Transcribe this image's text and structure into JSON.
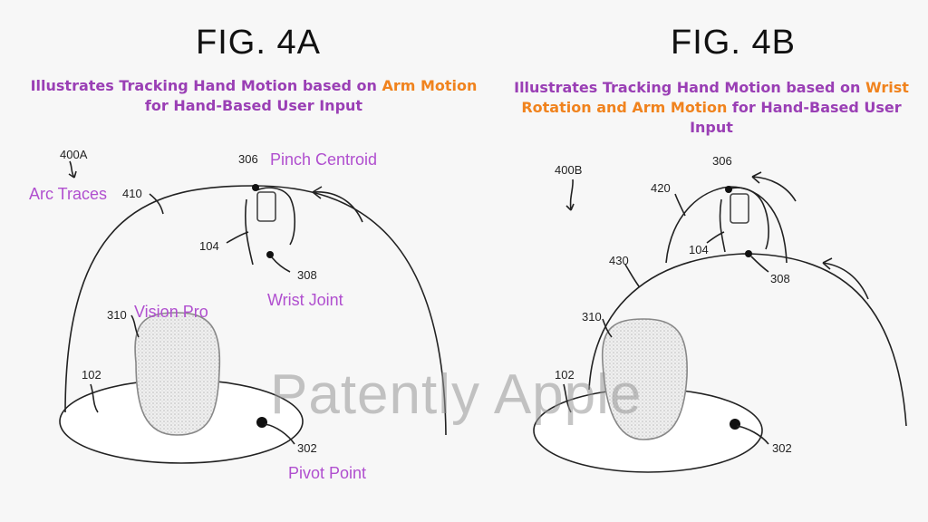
{
  "fig_a": {
    "title": "FIG. 4A",
    "caption_pre": "Illustrates Tracking Hand Motion based on ",
    "caption_hl": "Arm Motion",
    "caption_post": "for Hand-Based User Input",
    "ref_400": "400A",
    "ref_410": "410",
    "ref_306": "306",
    "ref_104": "104",
    "ref_308": "308",
    "ref_310": "310",
    "ref_102": "102",
    "ref_302": "302",
    "ann_arc": "Arc Traces",
    "ann_pinch": "Pinch Centroid",
    "ann_wrist": "Wrist Joint",
    "ann_vision": "Vision Pro",
    "ann_pivot": "Pivot Point"
  },
  "fig_b": {
    "title": "FIG. 4B",
    "caption_pre": "Illustrates Tracking Hand Motion based on ",
    "caption_hl1": "Wrist",
    "caption_hl2": "Rotation and Arm Motion",
    "caption_post": " for Hand-Based User",
    "caption_last": "Input",
    "ref_400": "400B",
    "ref_420": "420",
    "ref_306": "306",
    "ref_104": "104",
    "ref_430": "430",
    "ref_308": "308",
    "ref_310": "310",
    "ref_102": "102",
    "ref_302": "302"
  },
  "watermark": "Patently Apple",
  "colors": {
    "caption": "#9a3fb5",
    "highlight": "#f0831e",
    "annotation": "#b04fcf"
  }
}
